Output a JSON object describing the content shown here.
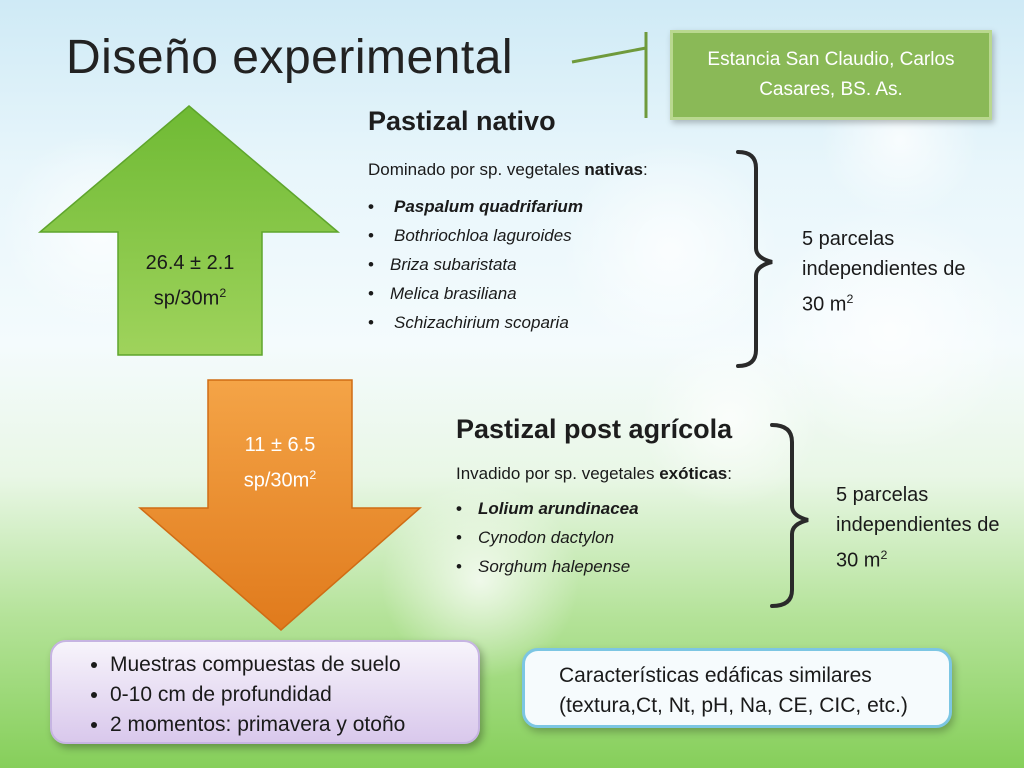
{
  "slide": {
    "title": "Diseño experimental",
    "location": "Estancia San Claudio, Carlos Casares, BS. As."
  },
  "native": {
    "heading": "Pastizal nativo",
    "intro_prefix": "Dominado por sp. vegetales ",
    "intro_bold": "nativas",
    "intro_suffix": ":",
    "species": [
      {
        "name": "Paspalum quadrifarium",
        "bold": true
      },
      {
        "name": "Bothriochloa laguroides",
        "bold": false
      },
      {
        "name": "Briza subaristata",
        "bold": false
      },
      {
        "name": "Melica brasiliana",
        "bold": false
      },
      {
        "name": "Schizachirium scoparia",
        "bold": false
      }
    ],
    "parcels": "5 parcelas independientes de 30 m",
    "parcels_sup": "2",
    "richness": "26.4 ± 2.1",
    "richness_unit": "sp/30m",
    "richness_sup": "2",
    "arrow_color": "#7fc241"
  },
  "post_agricultural": {
    "heading": "Pastizal post agrícola",
    "intro_prefix": "Invadido por sp. vegetales ",
    "intro_bold": "exóticas",
    "intro_suffix": ":",
    "species": [
      {
        "name": "Lolium arundinacea",
        "bold": true
      },
      {
        "name": "Cynodon dactylon",
        "bold": false
      },
      {
        "name": "Sorghum halepense",
        "bold": false
      }
    ],
    "parcels": "5 parcelas independientes de 30 m",
    "parcels_sup": "2",
    "richness": "11 ± 6.5",
    "richness_unit": "sp/30m",
    "richness_sup": "2",
    "arrow_color": "#ee8a2a"
  },
  "samples": {
    "items": [
      "Muestras compuestas de suelo",
      "0-10 cm de profundidad",
      "2 momentos: primavera y otoño"
    ]
  },
  "soil": {
    "text": "Características edáficas similares (textura,Ct, Nt, pH, Na, CE, CIC, etc.)"
  }
}
